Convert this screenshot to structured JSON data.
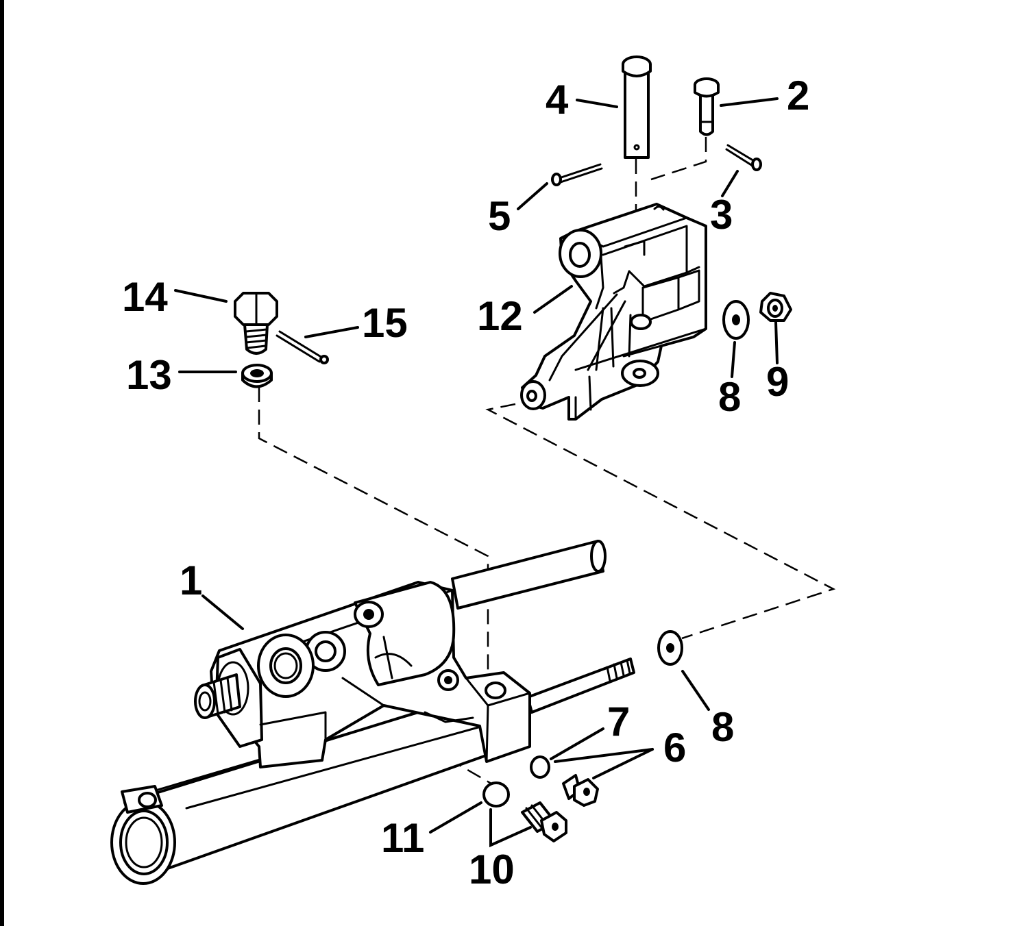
{
  "callouts": [
    {
      "id": "1",
      "text": "1"
    },
    {
      "id": "2",
      "text": "2"
    },
    {
      "id": "3",
      "text": "3"
    },
    {
      "id": "4",
      "text": "4"
    },
    {
      "id": "5",
      "text": "5"
    },
    {
      "id": "6",
      "text": "6"
    },
    {
      "id": "7",
      "text": "7"
    },
    {
      "id": "8a",
      "text": "8"
    },
    {
      "id": "8b",
      "text": "8"
    },
    {
      "id": "9",
      "text": "9"
    },
    {
      "id": "10",
      "text": "10"
    },
    {
      "id": "11",
      "text": "11"
    },
    {
      "id": "12",
      "text": "12"
    },
    {
      "id": "13",
      "text": "13"
    },
    {
      "id": "14",
      "text": "14"
    },
    {
      "id": "15",
      "text": "15"
    }
  ],
  "colors": {
    "ink": "#000000",
    "paper": "#ffffff"
  }
}
